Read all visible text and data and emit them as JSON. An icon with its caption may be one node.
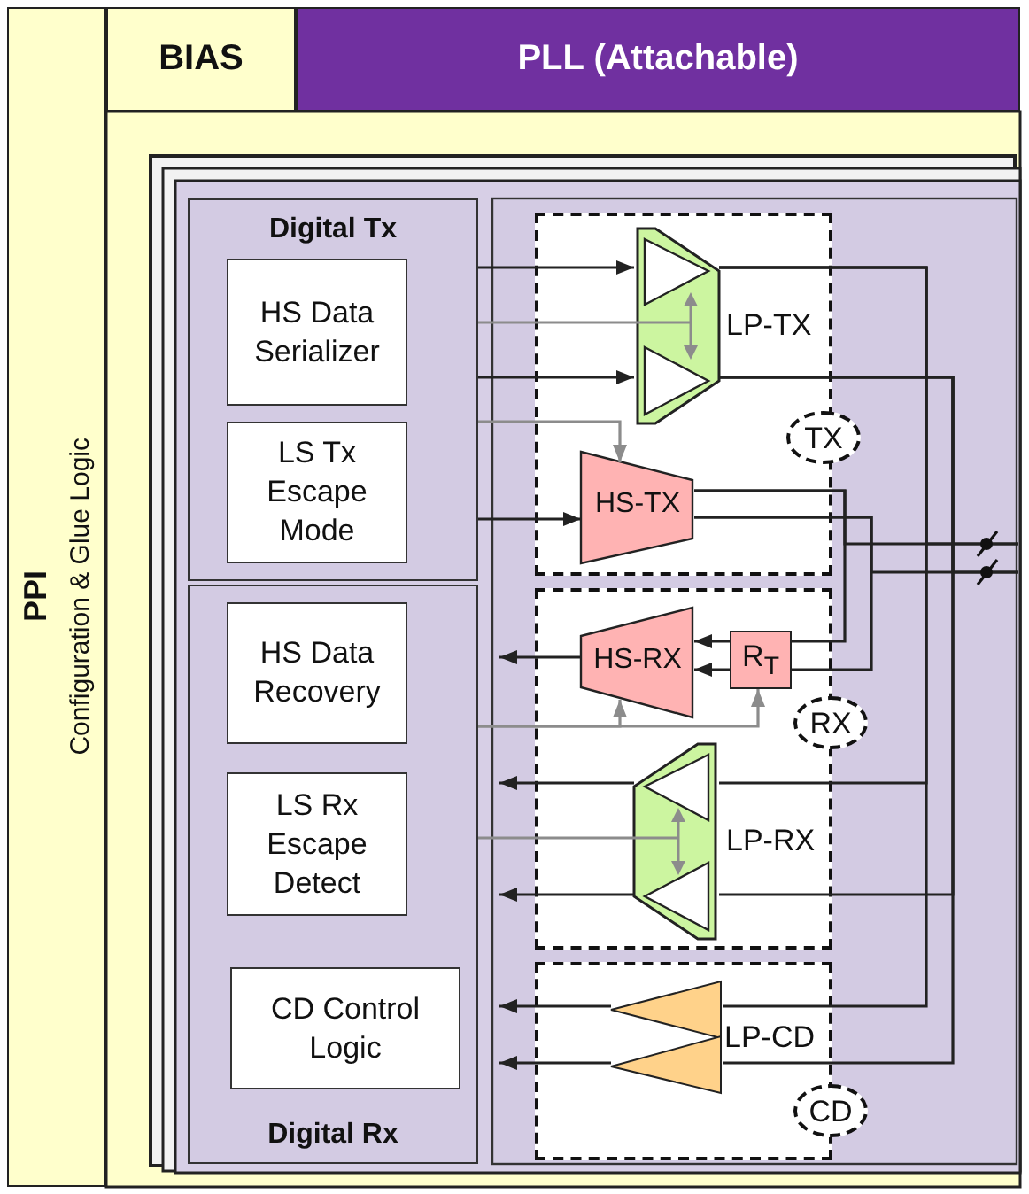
{
  "diagram": {
    "nodes": [
      {
        "text": [
          "PPI",
          "Configuration & Glue Logic"
        ]
      },
      {
        "text": [
          "BIAS"
        ]
      },
      {
        "text": [
          "PLL (Attachable)"
        ]
      },
      {
        "text": [
          "Digital Tx"
        ]
      },
      {
        "text": [
          "HS Data Serializer"
        ],
        "in": 3
      },
      {
        "text": [
          "LS Tx Escape Mode"
        ],
        "in": 3
      },
      {
        "text": [
          "Digital Rx"
        ]
      },
      {
        "text": [
          "HS Data Recovery"
        ],
        "in": 6
      },
      {
        "text": [
          "LS Rx Escape Detect"
        ],
        "in": 6
      },
      {
        "text": [
          "CD Control Logic"
        ],
        "in": 6
      },
      {
        "text": [
          "TX"
        ]
      },
      {
        "text": [
          "LP-TX"
        ],
        "in": 10
      },
      {
        "text": [
          "HS-TX"
        ],
        "in": 10
      },
      {
        "text": [
          "RX"
        ]
      },
      {
        "text": [
          "HS-RX"
        ],
        "in": 13
      },
      {
        "text": [
          "R$_{T}$"
        ],
        "in": 13
      },
      {
        "text": [
          "LP-RX"
        ],
        "in": 13
      },
      {
        "text": [
          "CD"
        ]
      },
      {
        "text": [
          "LP-CD"
        ],
        "in": 17
      }
    ],
    "edges": [
      {
        "from": 3,
        "to": 11,
        "arrow": "to"
      },
      {
        "from": 3,
        "to": 11,
        "arrow": "none",
        "color": "#8c8c8c"
      },
      {
        "from": 3,
        "to": 11,
        "arrow": "to"
      },
      {
        "from": 3,
        "to": 12,
        "arrow": "to",
        "color": "#8c8c8c"
      },
      {
        "from": 3,
        "to": 12,
        "arrow": "to"
      },
      {
        "from": 11,
        "to": null,
        "arrow": "none"
      },
      {
        "from": 11,
        "to": null,
        "arrow": "none"
      },
      {
        "from": 12,
        "to": 15,
        "arrow": "none"
      },
      {
        "from": 12,
        "to": 15,
        "arrow": "none"
      },
      {
        "from": 15,
        "to": 14,
        "arrow": "to"
      },
      {
        "from": 15,
        "to": 14,
        "arrow": "to"
      },
      {
        "from": 14,
        "to": 6,
        "arrow": "to"
      },
      {
        "from": 6,
        "to": 14,
        "arrow": "to",
        "color": "#8c8c8c"
      },
      {
        "from": 6,
        "to": 15,
        "arrow": "to",
        "color": "#8c8c8c"
      },
      {
        "from": 11,
        "to": 16,
        "arrow": "none"
      },
      {
        "from": 11,
        "to": 16,
        "arrow": "none"
      },
      {
        "from": 16,
        "to": 6,
        "arrow": "to"
      },
      {
        "from": 16,
        "to": 6,
        "arrow": "to"
      },
      {
        "from": 6,
        "to": 16,
        "arrow": "none",
        "color": "#8c8c8c"
      },
      {
        "from": 11,
        "to": 18,
        "arrow": "none"
      },
      {
        "from": 11,
        "to": 18,
        "arrow": "none"
      },
      {
        "from": 18,
        "to": 6,
        "arrow": "to"
      },
      {
        "from": 18,
        "to": 6,
        "arrow": "to"
      },
      {
        "from": 12,
        "to": null,
        "arrow": "none"
      },
      {
        "from": 12,
        "to": null,
        "arrow": "none"
      }
    ]
  }
}
